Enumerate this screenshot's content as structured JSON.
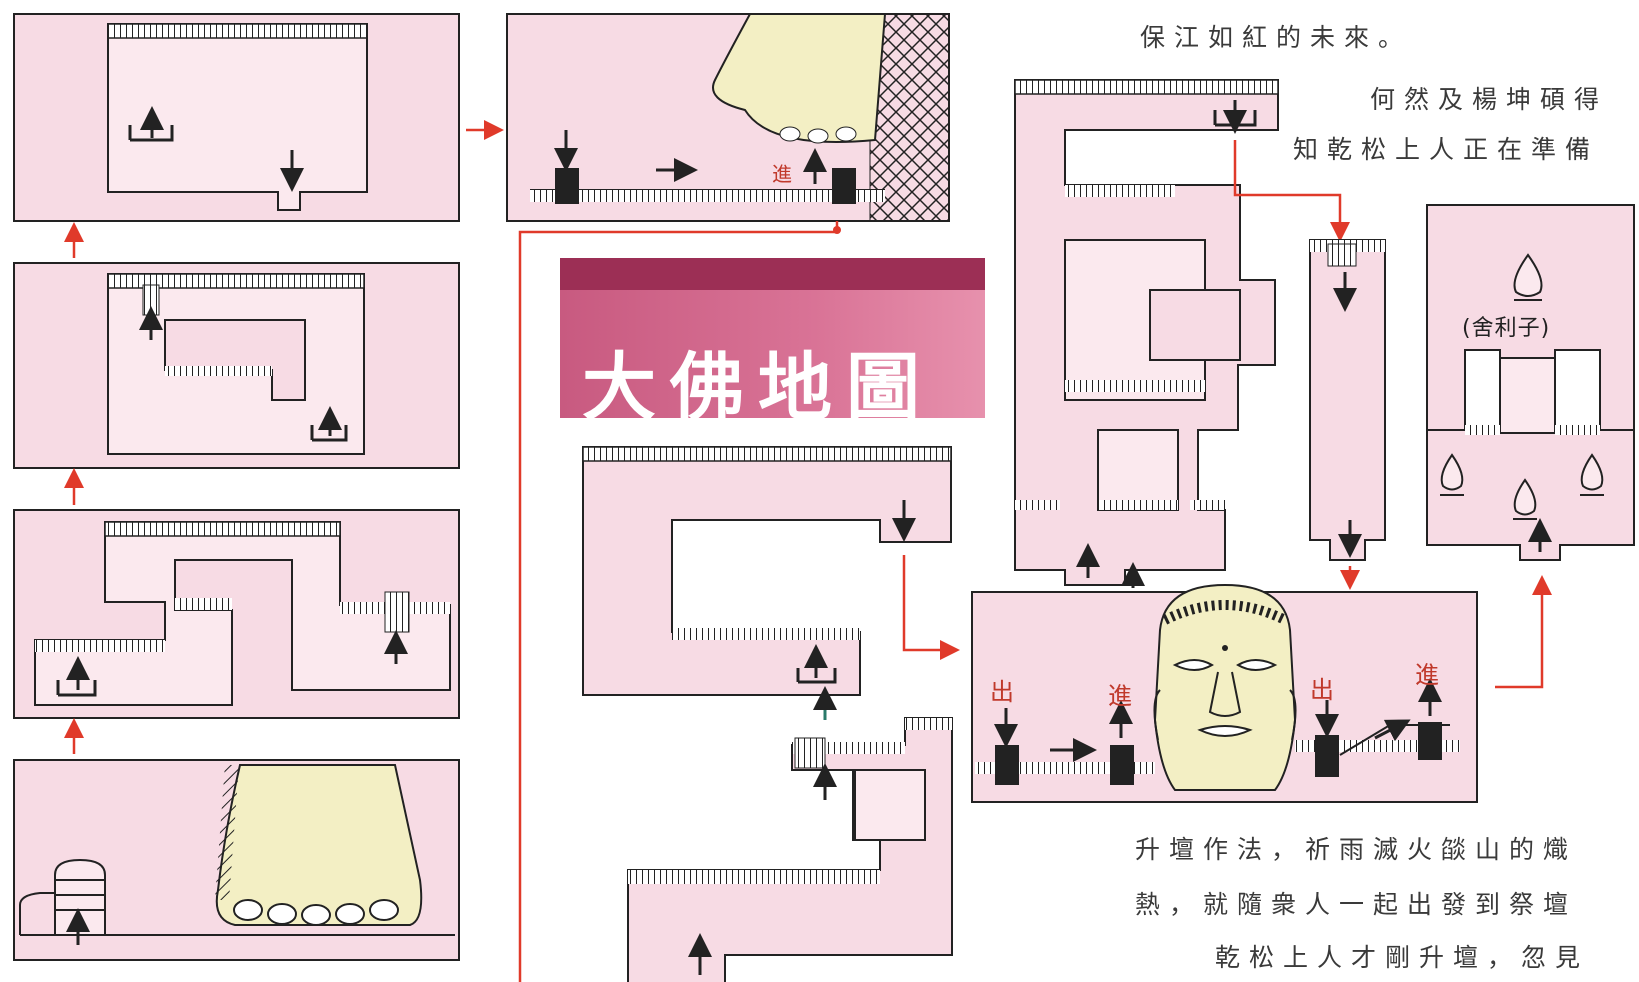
{
  "title": "大佛地圖",
  "labels": {
    "enter": "進",
    "exit": "出",
    "relic": "(舍利子)"
  },
  "story": {
    "top_line": "保江如紅的未來。",
    "line1": "何然及楊坤碩得",
    "line2": "知乾松上人正在準備",
    "bottom1": "升壇作法，祈雨滅火燄山的熾",
    "bottom2": "熱，就隨衆人一起出發到祭壇",
    "bottom3": "乾松上人才剛升壇，忽見"
  },
  "colors": {
    "room_fill": "#f7dbe4",
    "wall": "#222222",
    "arrow": "#e03a2a",
    "buddha": "#f3efc4",
    "title_dark": "#9c2f55",
    "title_light": "#d97396"
  },
  "icons": [
    "stairs-icon",
    "arrow-up-icon",
    "arrow-down-icon",
    "buddha-head-icon",
    "relic-icon",
    "foot-icon",
    "hand-icon"
  ]
}
